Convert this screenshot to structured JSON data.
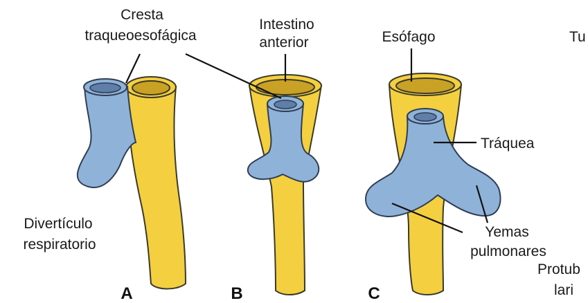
{
  "colors": {
    "esophagus": "#f4cf3f",
    "trachea": "#8fb2d8",
    "outline": "#333333"
  },
  "labels": {
    "crest_line1": "Cresta",
    "crest_line2": "traqueoesofágica",
    "foregut_line1": "Intestino",
    "foregut_line2": "anterior",
    "diverticulum_line1": "Divertículo",
    "diverticulum_line2": "respiratorio",
    "esophagus": "Esófago",
    "trachea": "Tráquea",
    "buds_line1": "Yemas",
    "buds_line2": "pulmonares",
    "cut_top": "Tu",
    "cut_bottom1": "Protub",
    "cut_bottom2": "lari"
  },
  "panels": [
    "A",
    "B",
    "C"
  ]
}
